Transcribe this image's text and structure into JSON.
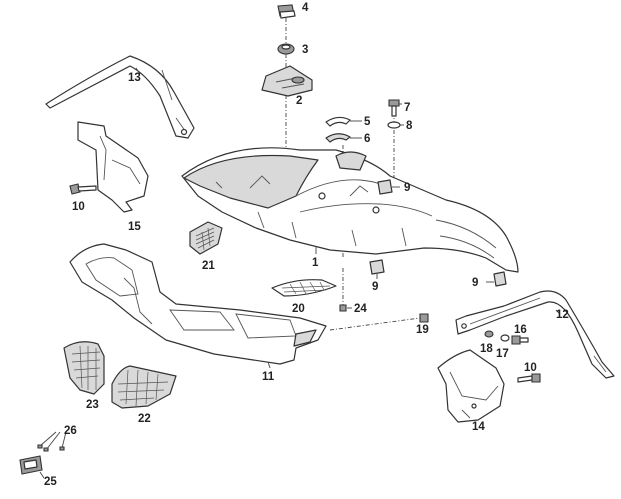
{
  "diagram": {
    "callouts": [
      {
        "id": "c1",
        "label": "1"
      },
      {
        "id": "c2",
        "label": "2"
      },
      {
        "id": "c3",
        "label": "3"
      },
      {
        "id": "c4",
        "label": "4"
      },
      {
        "id": "c5",
        "label": "5"
      },
      {
        "id": "c6",
        "label": "6"
      },
      {
        "id": "c7",
        "label": "7"
      },
      {
        "id": "c8",
        "label": "8"
      },
      {
        "id": "c9a",
        "label": "9"
      },
      {
        "id": "c9b",
        "label": "9"
      },
      {
        "id": "c9c",
        "label": "9"
      },
      {
        "id": "c10a",
        "label": "10"
      },
      {
        "id": "c10b",
        "label": "10"
      },
      {
        "id": "c11",
        "label": "11"
      },
      {
        "id": "c12",
        "label": "12"
      },
      {
        "id": "c13",
        "label": "13"
      },
      {
        "id": "c14",
        "label": "14"
      },
      {
        "id": "c15",
        "label": "15"
      },
      {
        "id": "c16",
        "label": "16"
      },
      {
        "id": "c17",
        "label": "17"
      },
      {
        "id": "c18",
        "label": "18"
      },
      {
        "id": "c19",
        "label": "19"
      },
      {
        "id": "c20",
        "label": "20"
      },
      {
        "id": "c21",
        "label": "21"
      },
      {
        "id": "c22",
        "label": "22"
      },
      {
        "id": "c23",
        "label": "23"
      },
      {
        "id": "c24",
        "label": "24"
      },
      {
        "id": "c25",
        "label": "25"
      },
      {
        "id": "c26",
        "label": "26"
      }
    ]
  }
}
